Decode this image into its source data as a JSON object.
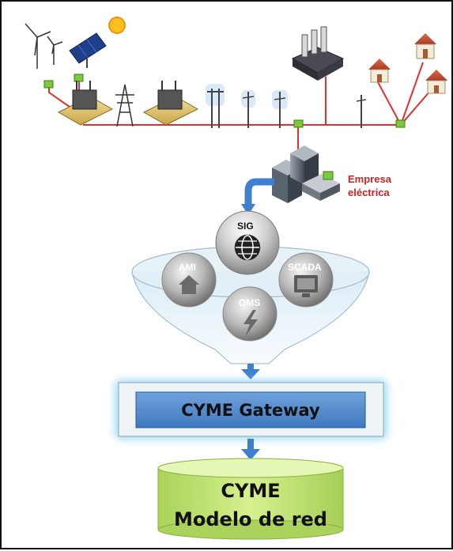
{
  "utility": {
    "label_line1": "Empresa",
    "label_line2": "eléctrica"
  },
  "systems": {
    "gis": "SIG",
    "ami": "AMI",
    "scada": "SCADA",
    "oms": "OMS"
  },
  "gateway": {
    "label": "CYME Gateway"
  },
  "network_model": {
    "line1": "CYME",
    "line2": "Modelo de red"
  },
  "icons": [
    "wind-turbine-icon",
    "solar-panel-icon",
    "sun-icon",
    "substation-icon",
    "transmission-tower-icon",
    "utility-pole-icon",
    "factory-icon",
    "house-icon",
    "data-center-icon",
    "globe-icon",
    "home-icon",
    "monitor-icon",
    "lightning-icon"
  ],
  "colors": {
    "grid_line": "#e03030",
    "node": "#7acb3a",
    "flow_arrow": "#3f7fd0",
    "gateway_bar": "#4a86c8",
    "model_cylinder": "#b8e070",
    "utility_label": "#d42020"
  }
}
